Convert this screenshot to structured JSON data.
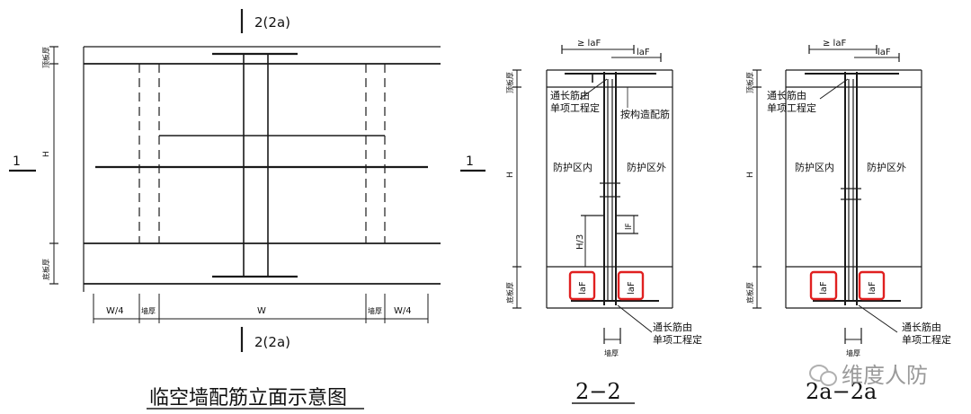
{
  "elevation": {
    "section_ref_top": "2(2a)",
    "section_ref_bottom": "2(2a)",
    "cut_left": "1",
    "cut_right": "1",
    "label_top_slab": "顶板厚",
    "label_bottom_slab": "底板厚",
    "label_height": "H",
    "dim_labels": [
      "W/4",
      "墙厚",
      "W",
      "墙厚",
      "W/4"
    ],
    "caption": "临空墙配筋立面示意图"
  },
  "section_22": {
    "dim_top_a": "≥ laF",
    "dim_top_b": "laF",
    "label_top_slab": "顶板厚",
    "label_bottom_slab": "底板厚",
    "label_height": "H",
    "note_top_1": "通长筋由",
    "note_top_2": "单项工程定",
    "note_construct": "按构造配筋",
    "inside": "防护区内",
    "outside": "防护区外",
    "h3": "H/3",
    "lf": "lF",
    "laf_left": "laF",
    "laf_right": "laF",
    "note_bottom_1": "通长筋由",
    "note_bottom_2": "单项工程定",
    "wall": "墙厚",
    "caption": "2−2"
  },
  "section_2a": {
    "dim_top_a": "≥ laF",
    "dim_top_b": "laF",
    "label_top_slab": "顶板厚",
    "label_bottom_slab": "底板厚",
    "label_height": "H",
    "note_top_1": "通长筋由",
    "note_top_2": "单项工程定",
    "inside": "防护区内",
    "outside": "防护区外",
    "laf_left": "laF",
    "laf_right": "laF",
    "note_bottom_1": "通长筋由",
    "note_bottom_2": "单项工程定",
    "wall": "墙厚",
    "caption": "2a−2a"
  },
  "watermark": {
    "text": "维度人防",
    "icon": "wechat-icon"
  },
  "colors": {
    "line": "#1a1a1a",
    "highlight": "#e02020",
    "watermark": "#9a9a9a"
  }
}
